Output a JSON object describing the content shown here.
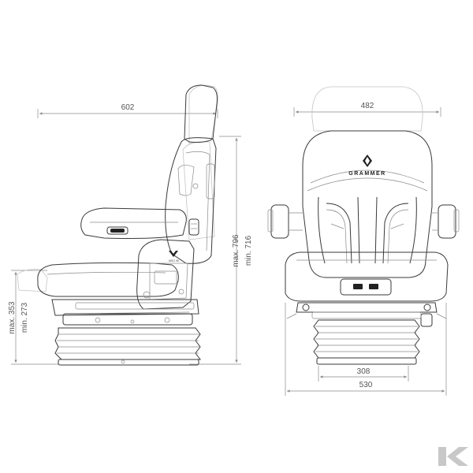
{
  "dimensions": {
    "side_width": "602",
    "side_max_height": "max. 796",
    "side_min_height": "min. 716",
    "base_max_height": "max. 353",
    "base_min_height": "min. 273",
    "front_headrest_width": "482",
    "front_base_inner_width": "308",
    "front_base_outer_width": "530"
  },
  "labels": {
    "brand": "GRAMMER",
    "seat_badge": "MSG 95"
  },
  "colors": {
    "outline": "#3a3a3a",
    "dimension_line": "#8a8a8a",
    "ghost_outline": "#c4c4c4",
    "logo_gray": "#c8c8c8"
  },
  "icons": {
    "corner_logo": "kramp-k-logo"
  }
}
